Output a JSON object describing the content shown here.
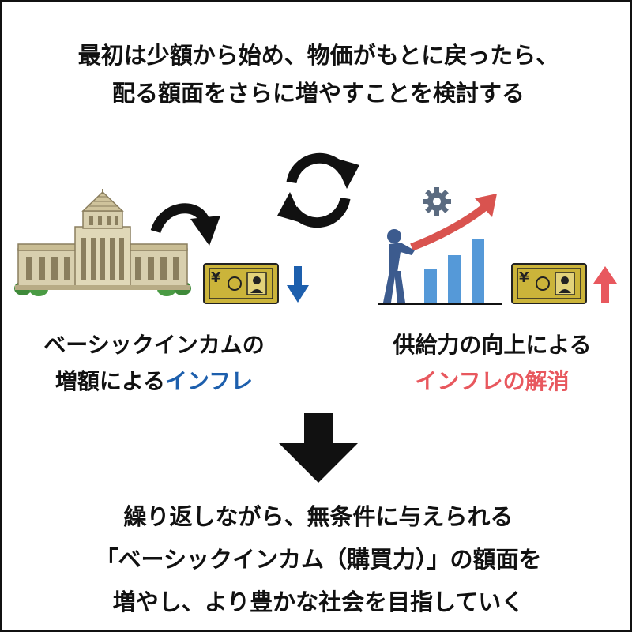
{
  "header": {
    "line1": "最初は少額から始め、物価がもとに戻ったら、",
    "line2": "配る額面をさらに増やすことを検討する"
  },
  "left": {
    "label_line1": "ベーシックインカムの",
    "label_line2_prefix": "増額による",
    "label_line2_highlight": "インフレ",
    "highlight_color": "#1d5fad",
    "arrow_color": "#1d5fad"
  },
  "right": {
    "label_line1": "供給力の向上による",
    "label_line2_highlight": "インフレの解消",
    "highlight_color": "#e8585e",
    "arrow_color": "#e8585e"
  },
  "banknote_symbol": "¥",
  "footer": {
    "line1": "繰り返しながら、無条件に与えられる",
    "line2": "「ベーシックインカム（購買力）」の額面を",
    "line3": "増やし、より豊かな社会を目指していく"
  },
  "icons": [
    "parliament-building-icon",
    "curved-arrow-icon",
    "refresh-cycle-icon",
    "banknote-icon",
    "down-arrow-icon",
    "gear-icon",
    "worker-pushing-icon",
    "bar-chart-icon",
    "trend-arrow-icon",
    "up-arrow-icon",
    "big-down-arrow-icon"
  ]
}
